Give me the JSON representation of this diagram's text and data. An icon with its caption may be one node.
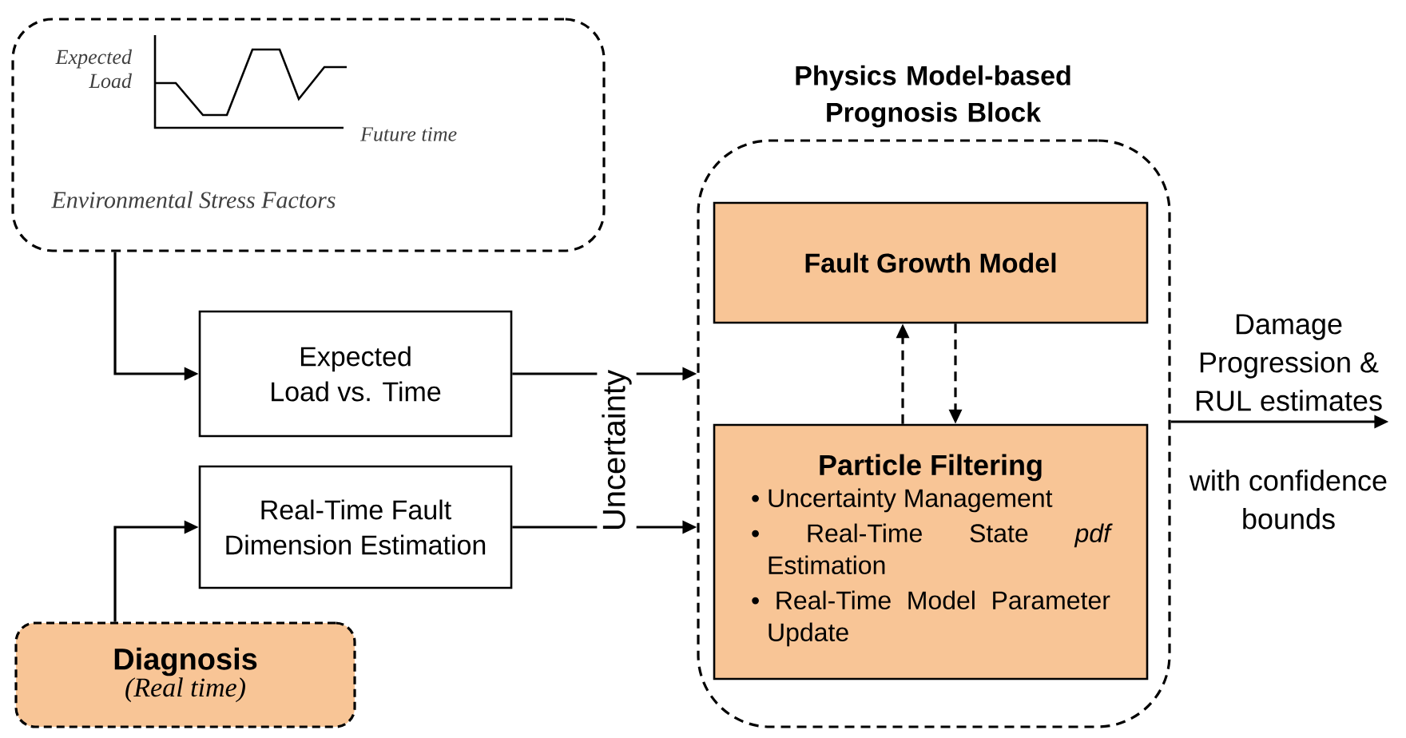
{
  "diagram": {
    "nodes": [
      {
        "text": [
          "Environmental Stress Factors"
        ]
      },
      {
        "text": [
          "Expected Load vs. Time"
        ]
      },
      {
        "text": [
          "Real-Time Fault Dimension Estimation"
        ]
      },
      {
        "text": [
          "Diagnosis",
          "(Real time)"
        ]
      },
      {
        "text": [
          "Physics Model-based Prognosis Block"
        ]
      },
      {
        "text": [
          "Fault Growth Model"
        ],
        "in": 4
      },
      {
        "text": [
          "Particle Filtering",
          "• Uncertainty Management",
          "• Real-Time State *pdf* Estimation",
          "• Real-Time Model Parameter Update"
        ],
        "in": 4
      },
      {
        "text": [
          "Damage Progression & RUL estimates",
          "with confidence bounds"
        ]
      }
    ],
    "edges": [
      {
        "from": 0,
        "to": 1,
        "arrow": "to"
      },
      {
        "from": 3,
        "to": 2,
        "arrow": "to"
      },
      {
        "from": 1,
        "to": 4,
        "arrow": "to"
      },
      {
        "from": 2,
        "to": 4,
        "arrow": "to"
      },
      {
        "from": 6,
        "to": 5,
        "arrow": "to",
        "style": "dashed"
      },
      {
        "from": 5,
        "to": 6,
        "arrow": "to",
        "style": "dashed"
      },
      {
        "from": 4,
        "to": 7,
        "arrow": "to"
      }
    ],
    "labels": [
      "Expected Load",
      "Future time",
      "Uncertainty"
    ]
  }
}
